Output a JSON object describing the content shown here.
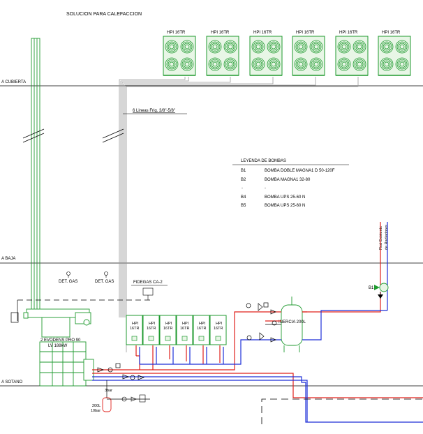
{
  "title": "SOLUCION PARA CALEFACCION",
  "levels": {
    "roof": "A CUBIERTA",
    "ground": "A BAJA",
    "basement": "A SOTANO"
  },
  "heat_pumps": {
    "label": "HPI 16TR",
    "units": [
      "HPI 16TR",
      "HPI 16TR",
      "HPI 16TR",
      "HPI 16TR",
      "HPI 16TR",
      "HPI 16TR"
    ]
  },
  "indoor_units": {
    "label_line1": "HPI",
    "label_line2": "16TR",
    "count": 6
  },
  "refrigerant_lines": "6 Lineas Frig. 3/8\"-5/8\"",
  "legend": {
    "title": "LEYENDA DE BOMBAS",
    "rows": [
      {
        "code": "B1",
        "desc": "BOMBA DOBLE MAGNA1 D 50-120F"
      },
      {
        "code": "B2",
        "desc": "BOMBA MAGNA1 32-80"
      },
      {
        "code": "-",
        "desc": "-"
      },
      {
        "code": "B4",
        "desc": "BOMBA UPS 25-60 N"
      },
      {
        "code": "B5",
        "desc": "BOMBA UPS 25-60 N"
      }
    ]
  },
  "gas_detectors": [
    "DET. GAS",
    "DET. GAS"
  ],
  "fidegas": "FIDEGAS CA-2",
  "boiler": {
    "line1": "2 EVODENS PRO 90",
    "line2": "LV 188kW"
  },
  "inertia_tank": "INERCIA 200L",
  "pump_b1": "B1",
  "radiator_network": {
    "line1": "Red Existente",
    "line2": "de Radiadores"
  },
  "expansion_vessel": {
    "line1": "200L",
    "line2": "10bar"
  },
  "pressure_label": "3bar",
  "colors": {
    "green": "#1f9a2f",
    "green_fill": "#e8f6e6",
    "red": "#e0201b",
    "blue": "#1d2fd8",
    "grey": "#9a9a9a",
    "black": "#000000"
  }
}
